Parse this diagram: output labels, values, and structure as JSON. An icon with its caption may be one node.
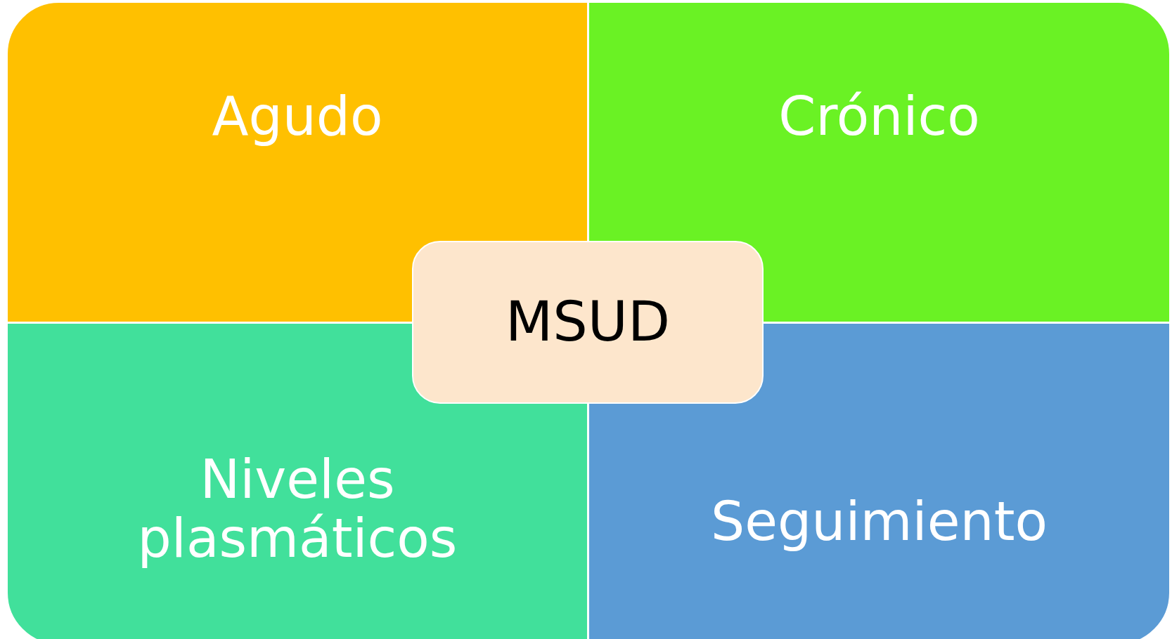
{
  "diagram": {
    "nodes": [
      {
        "text": [
          "Agudo"
        ]
      },
      {
        "text": [
          "Crónico"
        ]
      },
      {
        "text": [
          "Niveles plasmáticos"
        ]
      },
      {
        "text": [
          "Seguimiento"
        ]
      },
      {
        "text": [
          "MSUD"
        ]
      }
    ]
  }
}
